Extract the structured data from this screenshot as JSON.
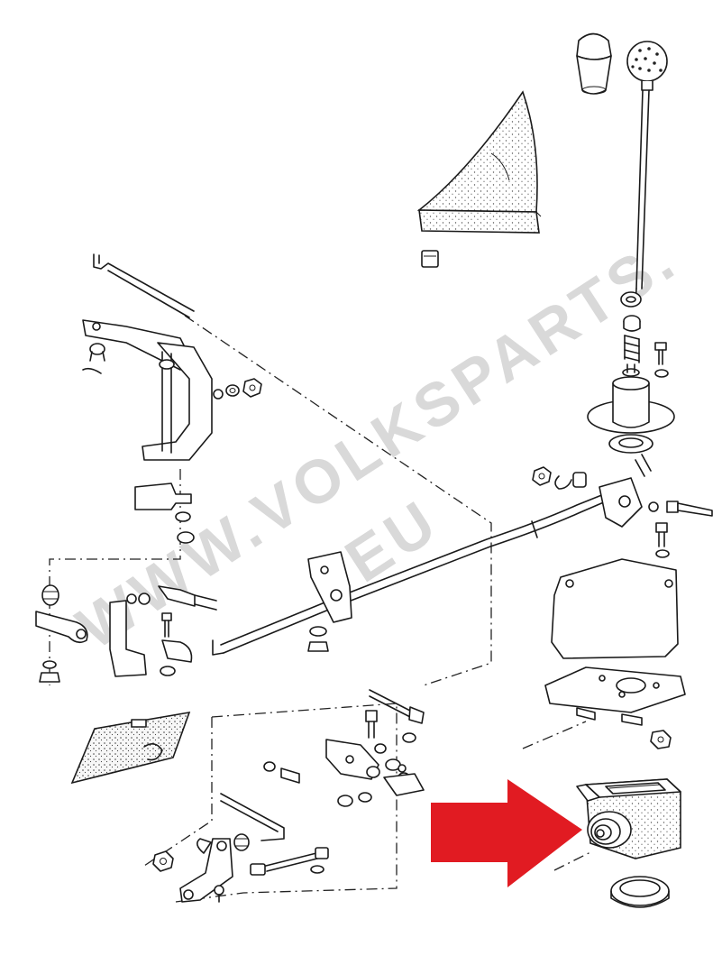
{
  "watermark": {
    "line1": "WWW.VOLKSPARTS.",
    "line2": "EU",
    "color": "#d9d9d9"
  },
  "callout": {
    "arrow_color": "#e11b22",
    "arrow_direction": "right",
    "target": "gear-shift-housing-boot"
  },
  "colors": {
    "line": "#1a1a1a",
    "background": "#ffffff",
    "stipple": "#555555"
  }
}
